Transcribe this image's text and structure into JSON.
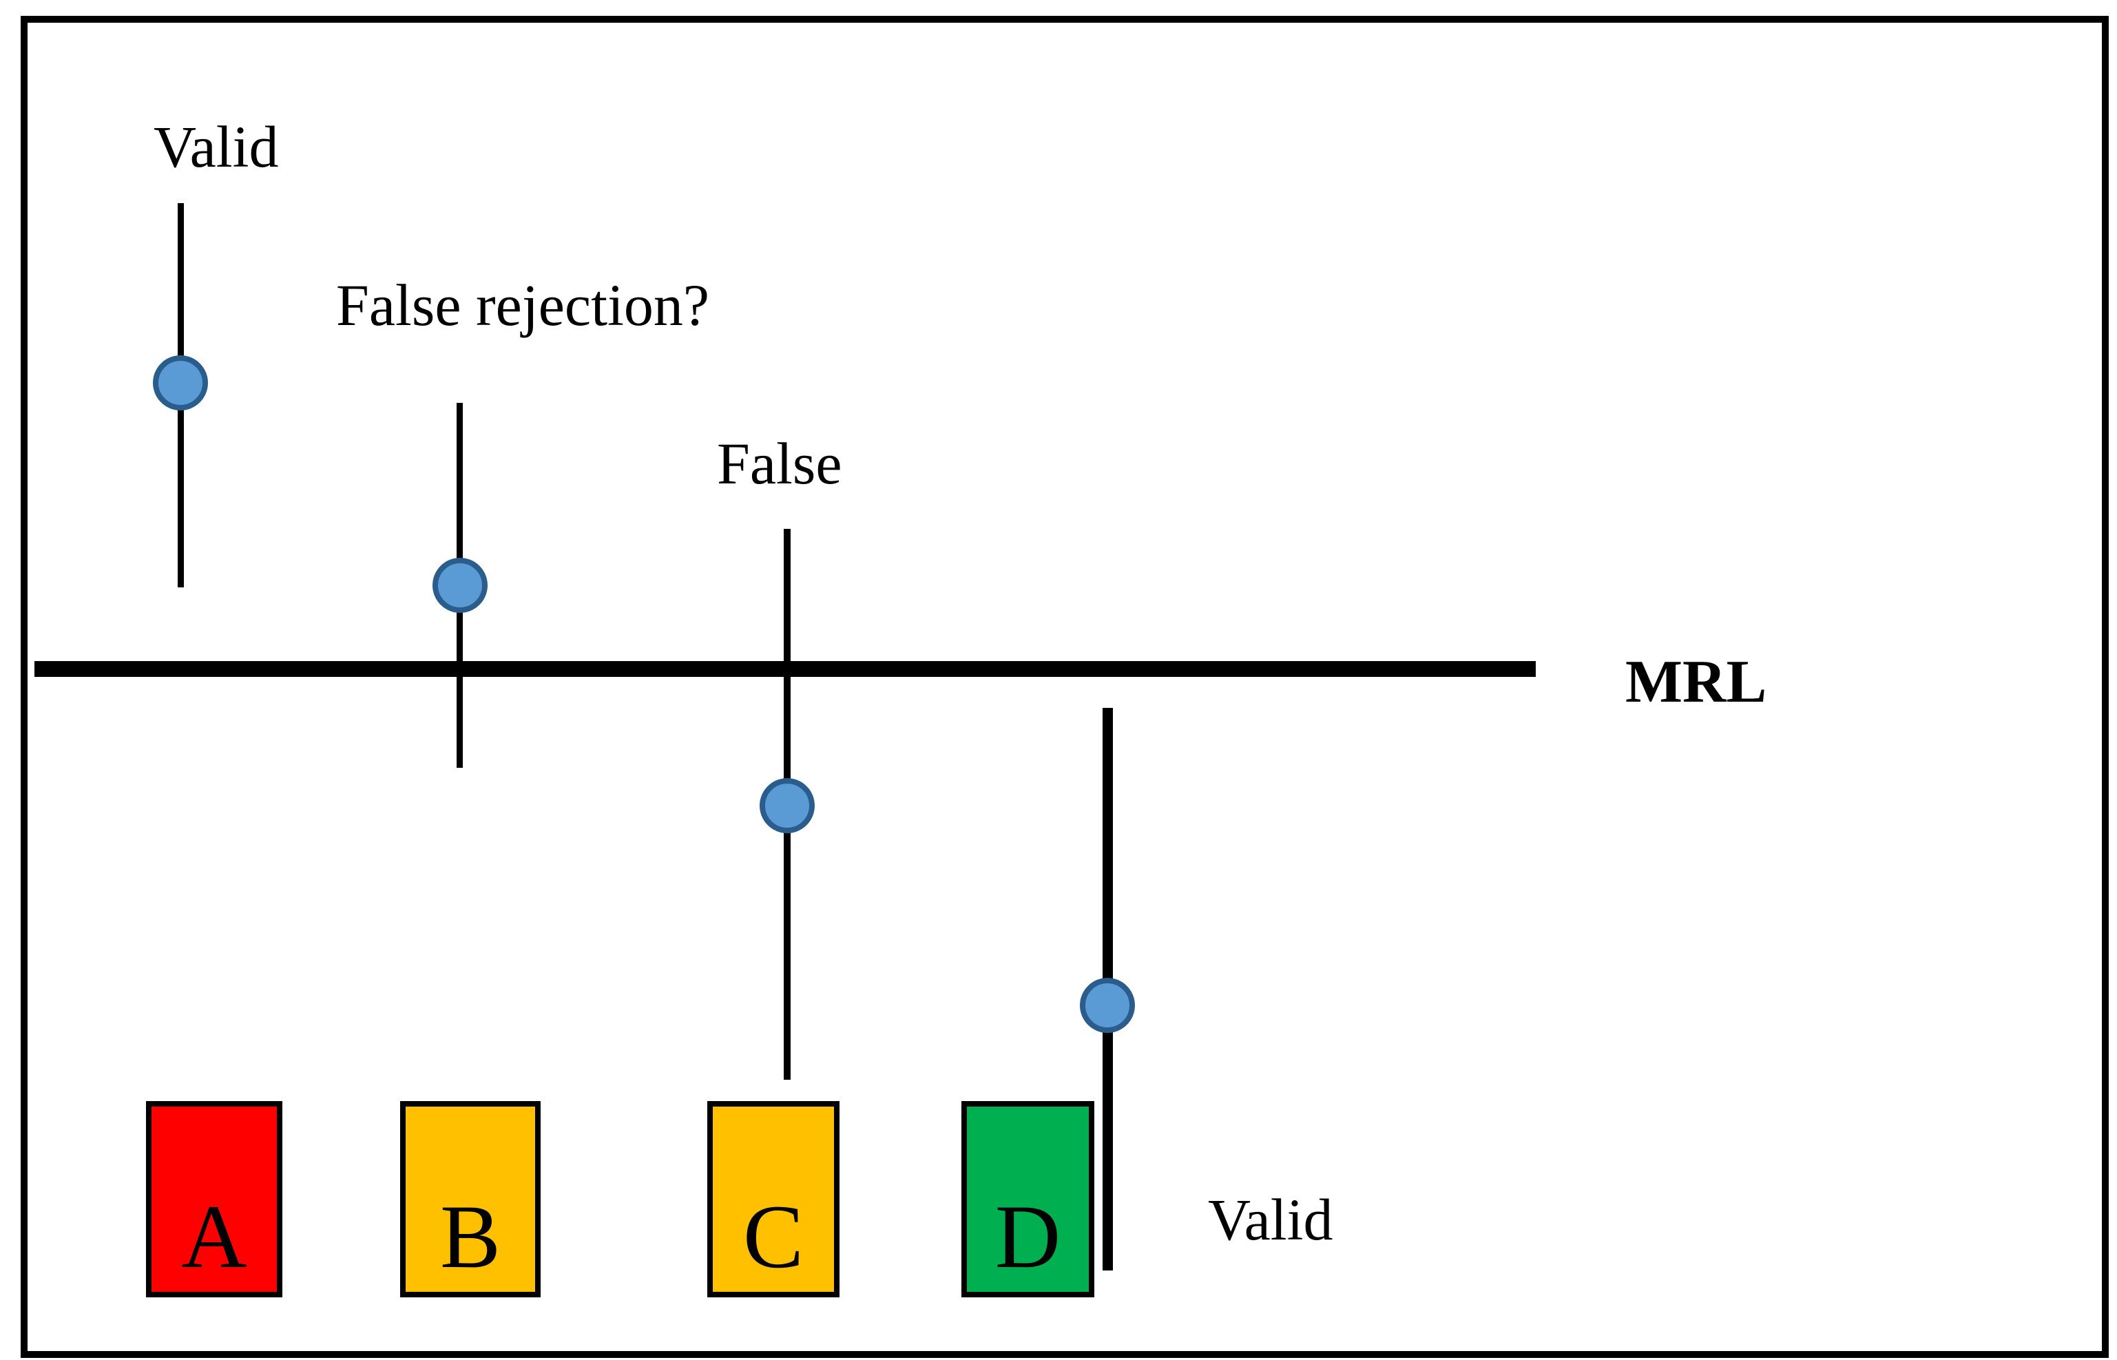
{
  "figure": {
    "background": "#FFFFFF",
    "frame_color": "#000000",
    "mrl": {
      "label": "MRL",
      "line_color": "#000000"
    },
    "annotations": {
      "valid_top": "Valid",
      "false_rejection": "False rejection?",
      "false_label": "False",
      "valid_bottom": "Valid"
    },
    "marker": {
      "fill": "#5B9BD5",
      "stroke": "#2A5D8C"
    },
    "error_bar_color": "#000000",
    "boxes": [
      {
        "letter": "A",
        "color": "#FF0000"
      },
      {
        "letter": "B",
        "color": "#FFC000"
      },
      {
        "letter": "C",
        "color": "#FFC000"
      },
      {
        "letter": "D",
        "color": "#00B050"
      }
    ]
  }
}
